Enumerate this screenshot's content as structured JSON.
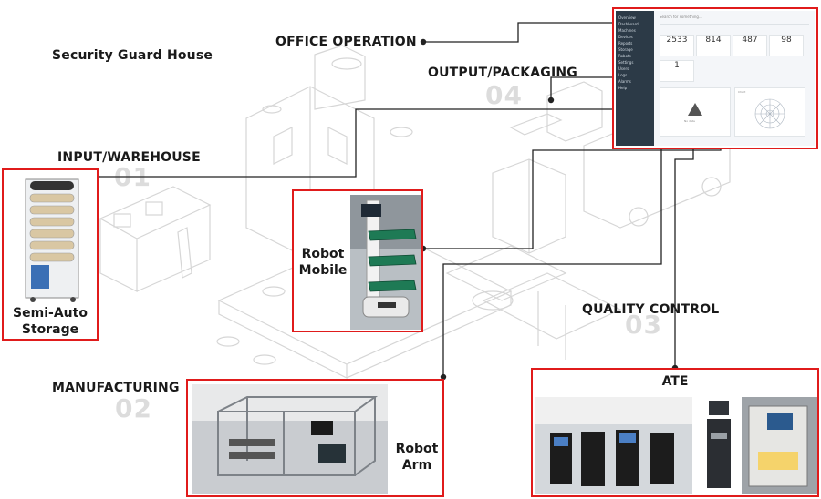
{
  "zones": {
    "security": "Security Guard House",
    "office": "OFFICE OPERATION",
    "output": "OUTPUT/PACKAGING",
    "input": "INPUT/WAREHOUSE",
    "manufacturing": "MANUFACTURING",
    "quality": "QUALITY CONTROL"
  },
  "zone_numbers": {
    "n01": "01",
    "n02": "02",
    "n03": "03",
    "n04": "04"
  },
  "equipment": {
    "storage": "Semi-Auto Storage",
    "robot_mobile": "Robot Mobile",
    "robot_arm": "Robot Arm",
    "ate": "ATE"
  },
  "dashboard": {
    "sidebar": [
      "Overview",
      "Dashboard",
      "Machines",
      "Devices",
      "Reports",
      "Storage",
      "Robots",
      "Settings",
      "Users",
      "Logs",
      "Alarms",
      "Help"
    ],
    "search": "Search for something...",
    "stats": [
      "2533",
      "814",
      "487",
      "98",
      "1"
    ],
    "panel_left": "No data",
    "panel_right": "Chart"
  },
  "colors": {
    "highlight": "#e01b1b",
    "line": "#222222"
  }
}
